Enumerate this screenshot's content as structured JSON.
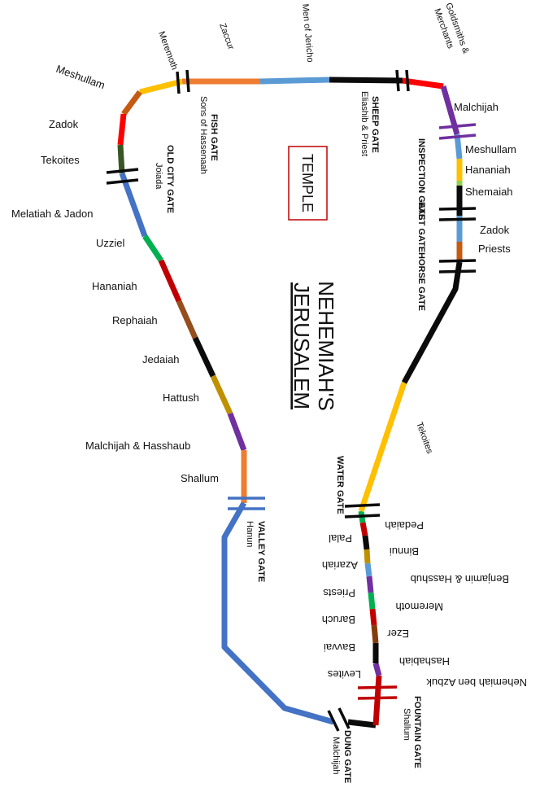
{
  "title_line1": "NEHEMIAH'S",
  "title_line2": "JERUSALEM",
  "temple": "TEMPLE",
  "colors": {
    "black": "#0b0b0b",
    "yellow": "#ffc000",
    "orange": "#ed7d31",
    "blue": "#5b9bd5",
    "red": "#ff0000",
    "purple": "#7030a0",
    "lime": "#92d050",
    "dark_red": "#c00000",
    "green": "#00b050",
    "brown": "#954f1c",
    "gold": "#bf9000",
    "olive": "#375623",
    "royal_blue": "#4472c4",
    "copper": "#c55a11",
    "dark_brown": "#843c0c"
  },
  "gates": {
    "fish": {
      "name": "FISH GATE",
      "sub": "Sons of Hassenaah"
    },
    "sheep": {
      "name": "SHEEP GATE",
      "sub": "Eliashib & Priest"
    },
    "inspection": {
      "name": "INSPECTION GATE"
    },
    "east": {
      "name": "EAST GATE"
    },
    "horse": {
      "name": "HORSE GATE"
    },
    "old_city": {
      "name": "OLD CITY GATE",
      "sub": "Joiada"
    },
    "valley": {
      "name": "VALLEY GATE",
      "sub": "Hanun"
    },
    "water": {
      "name": "WATER GATE"
    },
    "fountain": {
      "name": "FOUNTAIN GATE",
      "sub": "Shallum"
    },
    "dung": {
      "name": "DUNG GATE",
      "sub": "Malchijah"
    }
  },
  "builders": {
    "meremoth_n": "Meremoth",
    "zaccur": "Zaccur",
    "men_of_jericho": "Men of Jericho",
    "goldsmiths": "Goldsmiths &",
    "merchants": "Merchants",
    "meshullam_nw": "Meshullam",
    "zadok_nw": "Zadok",
    "tekoites_nw": "Tekoites",
    "melatiah": "Melatiah & Jadon",
    "uzziel": "Uzziel",
    "hananiah_w": "Hananiah",
    "rephaiah": "Rephaiah",
    "jedaiah": "Jedaiah",
    "hattush": "Hattush",
    "malchijah_hasshaub_w": "Malchijah & Hasshaub",
    "shallum_w": "Shallum",
    "malchijah_ne": "Malchijah",
    "meshullam_e": "Meshullam",
    "hananiah_e": "Hananiah",
    "shemaiah": "Shemaiah",
    "zadok_e": "Zadok",
    "priests_e": "Priests",
    "tekoites_e": "Tekoites",
    "pedaiah": "Pedaiah",
    "palal": "Palal",
    "binnui": "Binnui",
    "azariah": "Azariah",
    "benjamin_hasshub": "Benjamin & Hasshub",
    "priests_s": "Priests",
    "meremoth_s": "Meremoth",
    "baruch": "Baruch",
    "ezer": "Ezer",
    "bavvai": "Bavvai",
    "hashabiah": "Hashabiah",
    "levites": "Levites",
    "nehemiah_azbuk": "Nehemiah ben Azbuk"
  }
}
